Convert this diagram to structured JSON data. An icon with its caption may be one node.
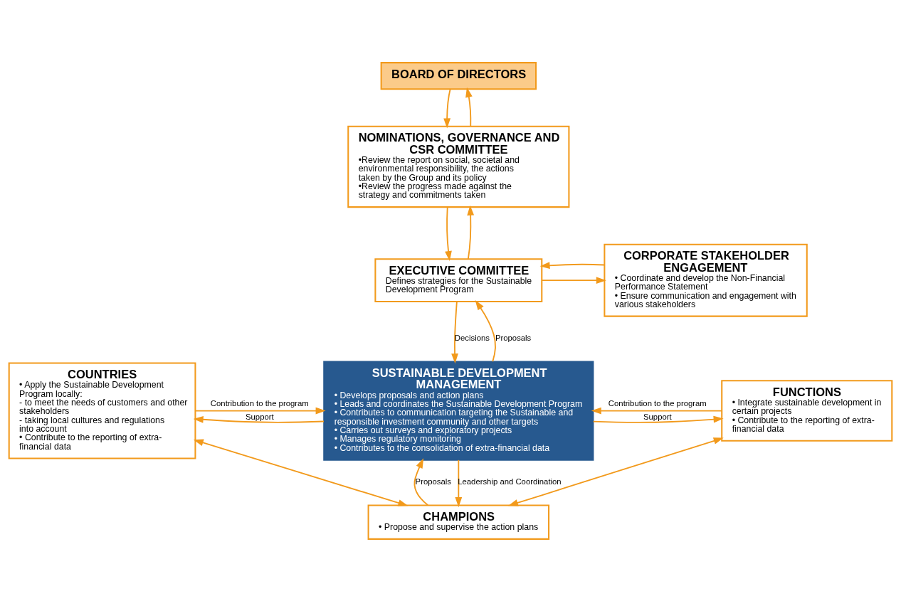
{
  "diagram": {
    "nodes": [
      {
        "text": [
          "BOARD OF DIRECTORS"
        ]
      },
      {
        "text": [
          "NOMINATIONS, GOVERNANCE AND CSR COMMITTEE",
          "•Review the report on social, societal and environmental responsibility, the actions taken by the Group and its policy",
          "•Review the progress made against the strategy and commitments taken"
        ]
      },
      {
        "text": [
          "CORPORATE STAKEHOLDER ENGAGEMENT",
          "• Coordinate and develop the Non-Financial Performance Statement",
          "• Ensure communication and engagement with various stakeholders"
        ]
      },
      {
        "text": [
          "EXECUTIVE COMMITTEE",
          "Defines strategies for the Sustainable Development Program"
        ]
      },
      {
        "text": [
          "COUNTRIES",
          "• Apply the Sustainable Development Program locally:",
          "- to meet the needs of customers and other stakeholders",
          "- taking local cultures and regulations into account",
          "• Contribute to the reporting of extra-financial data"
        ]
      },
      {
        "text": [
          "SUSTAINABLE DEVELOPMENT MANAGEMENT",
          "• Develops proposals and action plans",
          "• Leads and coordinates the Sustainable Development Program",
          "• Contributes to communication targeting the Sustainable and responsible investment community and other targets",
          "• Carries out surveys and exploratory projects",
          "• Manages regulatory monitoring",
          "• Contributes to the consolidation of extra-financial data"
        ]
      },
      {
        "text": [
          "FUNCTIONS",
          "• Integrate sustainable development in certain projects",
          "• Contribute to the reporting of extra-financial data"
        ]
      },
      {
        "text": [
          "CHAMPIONS",
          "• Propose and supervise the action plans"
        ]
      }
    ],
    "edges": [
      {
        "from": 0,
        "to": 1,
        "arrow": "to"
      },
      {
        "from": 1,
        "to": 0,
        "arrow": "to"
      },
      {
        "from": 1,
        "to": 3,
        "arrow": "to"
      },
      {
        "from": 3,
        "to": 1,
        "arrow": "to"
      },
      {
        "from": 3,
        "to": 2,
        "arrow": "to"
      },
      {
        "from": 2,
        "to": 3,
        "arrow": "to"
      },
      {
        "from": 3,
        "to": 5,
        "arrow": "to",
        "label": "Decisions"
      },
      {
        "from": 5,
        "to": 3,
        "arrow": "to",
        "label": "Proposals"
      },
      {
        "from": 5,
        "to": 4,
        "arrow": "to",
        "label": "Support"
      },
      {
        "from": 4,
        "to": 5,
        "arrow": "to",
        "label": "Contribution to the program"
      },
      {
        "from": 5,
        "to": 6,
        "arrow": "to",
        "label": "Support"
      },
      {
        "from": 6,
        "to": 5,
        "arrow": "to",
        "label": "Contribution to the program"
      },
      {
        "from": 5,
        "to": 7,
        "arrow": "to",
        "label": "Leadership and Coordination"
      },
      {
        "from": 7,
        "to": 5,
        "arrow": "to",
        "label": "Proposals"
      },
      {
        "from": 4,
        "to": 7,
        "arrow": "both"
      },
      {
        "from": 6,
        "to": 7,
        "arrow": "both"
      }
    ]
  }
}
